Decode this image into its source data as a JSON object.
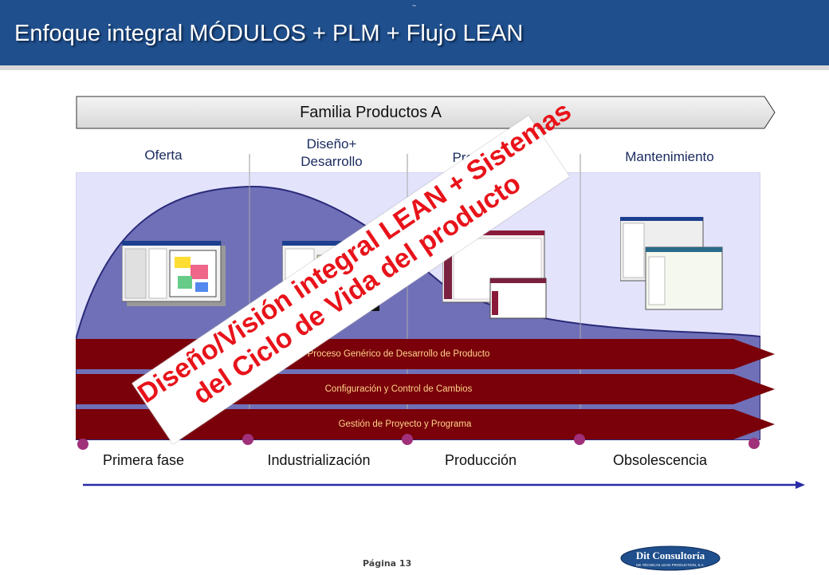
{
  "header": {
    "title": "Enfoque integral MÓDULOS + PLM + Flujo LEAN",
    "mark": "~"
  },
  "family": {
    "label": "Familia Productos A"
  },
  "phases": [
    {
      "label": "Oferta"
    },
    {
      "label_line1": "Diseño+",
      "label_line2": "Desarrollo"
    },
    {
      "label": "Producción"
    },
    {
      "label": "Mantenimiento"
    }
  ],
  "banners": [
    "Proceso Genérico de Desarrollo de Producto",
    "Configuración  y Control de Cambios",
    "Gestión de Proyecto y Programa"
  ],
  "stamp": {
    "line1": "Diseño/Visión integral LEAN + Sistemas",
    "line2": "del Ciclo de Vida del producto"
  },
  "stages": [
    "Primera fase",
    "Industrialización",
    "Producción",
    "Obsolescencia"
  ],
  "footer": {
    "page": "Página 13"
  },
  "logo": {
    "name": "Dit Consultoría",
    "tagline": "DE TÉCNICAS LEAN PRODUCTION, S.A."
  },
  "colors": {
    "header": "#1f4f8c",
    "panel": "#e3e3fb",
    "curve": "#7070b8",
    "banner": "#7a0009",
    "stamp_text": "#e8131a",
    "timeline": "#2a2aa8",
    "dot": "#a0307a"
  }
}
